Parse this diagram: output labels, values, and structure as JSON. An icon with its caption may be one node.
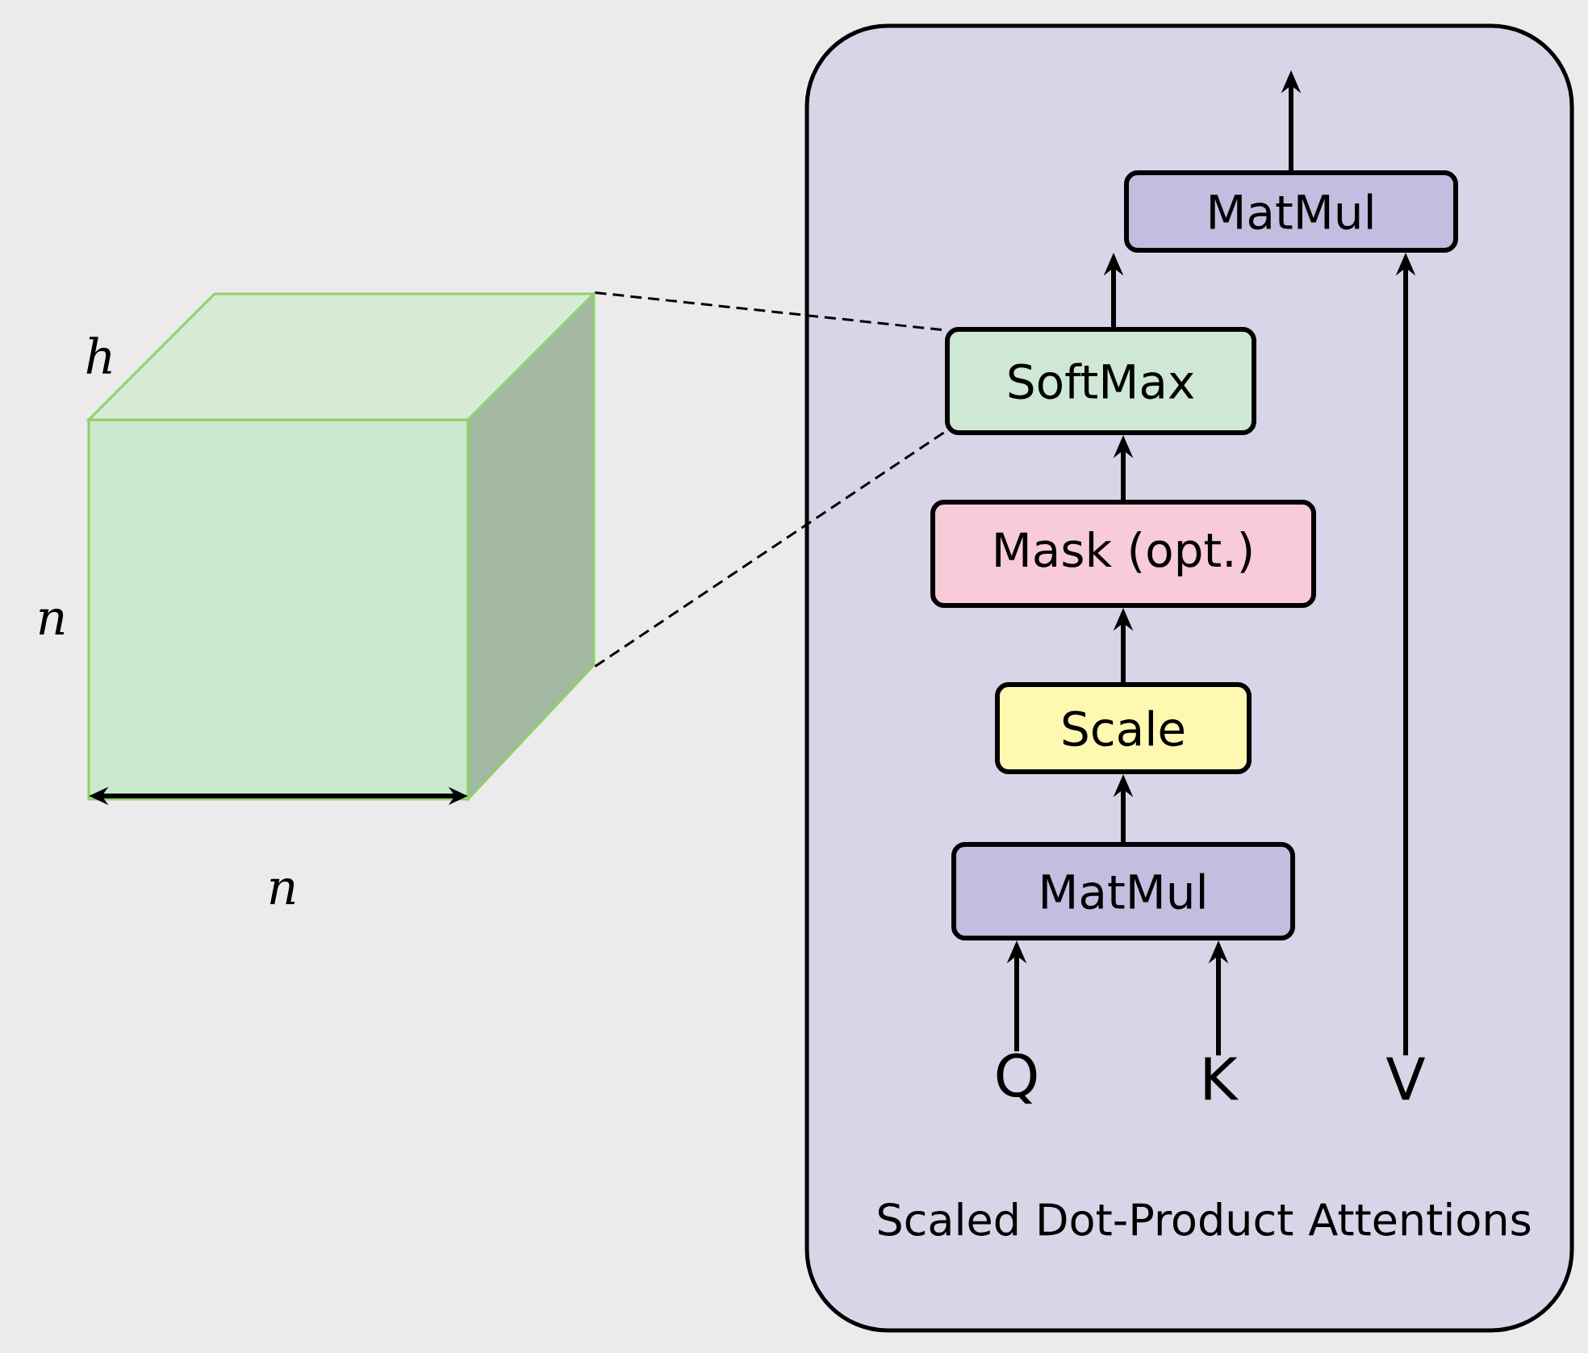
{
  "diagram": {
    "nodes": [
      {
        "text": [
          "Scaled Dot-Product Attentions"
        ]
      },
      {
        "text": [
          "MatMul"
        ],
        "in": 0
      },
      {
        "text": [
          "SoftMax"
        ],
        "in": 0
      },
      {
        "text": [
          "Mask (opt.)"
        ],
        "in": 0
      },
      {
        "text": [
          "Scale"
        ],
        "in": 0
      },
      {
        "text": [
          "MatMul"
        ],
        "in": 0
      },
      {
        "text": [
          "Q"
        ],
        "in": 0
      },
      {
        "text": [
          "K"
        ],
        "in": 0
      },
      {
        "text": [
          "V"
        ],
        "in": 0
      },
      {
        "text": [],
        "shape": "cube",
        "beside": [
          "h",
          "n",
          "n"
        ]
      }
    ],
    "edges": [
      {
        "from": 6,
        "to": 5,
        "arrow": "to"
      },
      {
        "from": 7,
        "to": 5,
        "arrow": "to"
      },
      {
        "from": 5,
        "to": 4,
        "arrow": "to"
      },
      {
        "from": 4,
        "to": 3,
        "arrow": "to"
      },
      {
        "from": 3,
        "to": 2,
        "arrow": "to"
      },
      {
        "from": 2,
        "to": 1,
        "arrow": "to"
      },
      {
        "from": 8,
        "to": 1,
        "arrow": "to"
      },
      {
        "from": 1,
        "to": null,
        "arrow": "to"
      },
      {
        "from": 9,
        "to": 2,
        "arrow": "none",
        "style": "dashed"
      },
      {
        "from": 9,
        "to": 2,
        "arrow": "none",
        "style": "dashed"
      }
    ]
  }
}
